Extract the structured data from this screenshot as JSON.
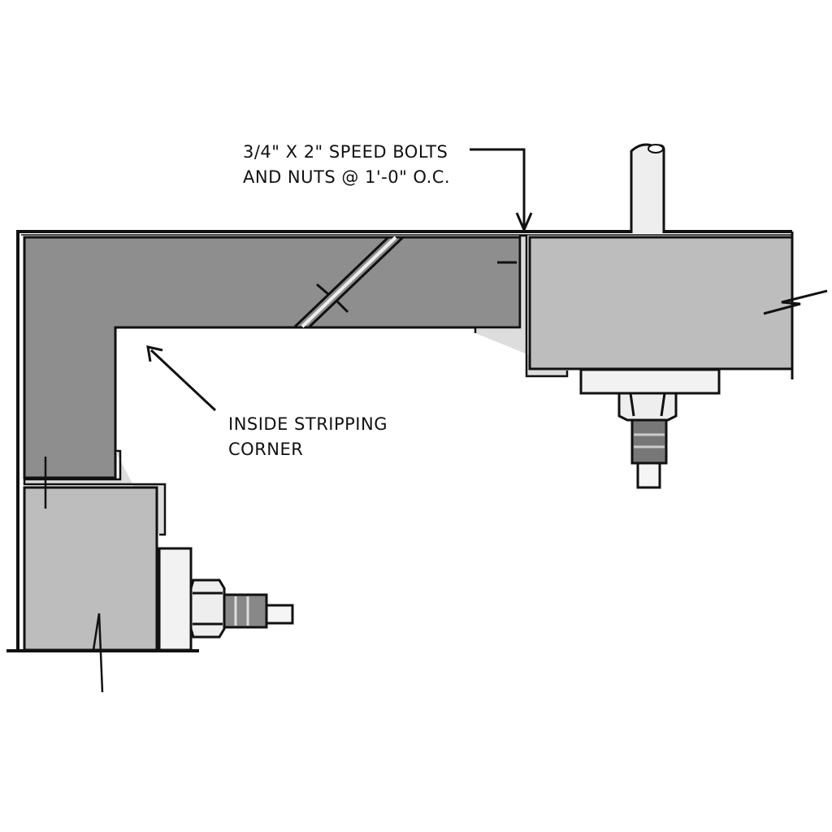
{
  "callouts": {
    "bolts_line1": "3/4\" X 2\" SPEED BOLTS",
    "bolts_line2": "AND NUTS @ 1'-0\" O.C.",
    "corner_line1": "INSIDE STRIPPING",
    "corner_line2": "CORNER"
  },
  "colors": {
    "corner_fill": "#8e8e8e",
    "form_fill": "#bdbdbd",
    "hardware_fill": "#eeeeee",
    "line": "#111111"
  }
}
